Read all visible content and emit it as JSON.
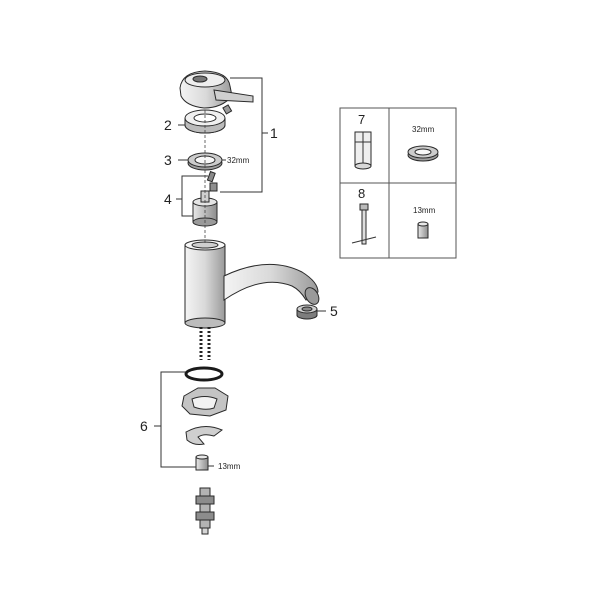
{
  "callouts": {
    "c1": "1",
    "c2": "2",
    "c3": "3",
    "c4": "4",
    "c5": "5",
    "c6": "6"
  },
  "sizes": {
    "nut_32": "32mm",
    "fitting_13": "13mm"
  },
  "tools_table": {
    "row1": {
      "number": "7",
      "size": "32mm"
    },
    "row2": {
      "number": "8",
      "size": "13mm"
    }
  },
  "colors": {
    "line": "#333333",
    "part_light": "#e6e6e6",
    "part_mid": "#bdbdbd",
    "part_dark": "#555555"
  }
}
